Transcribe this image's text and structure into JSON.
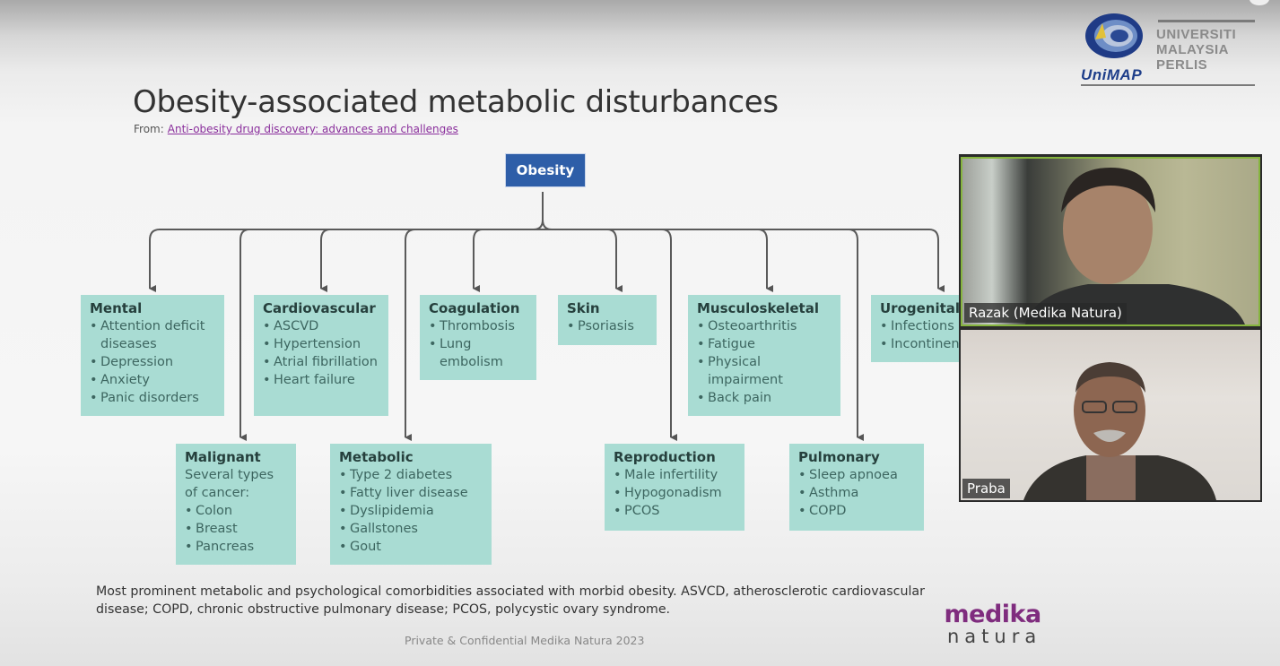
{
  "slide": {
    "title": "Obesity-associated metabolic disturbances",
    "source_prefix": "From:",
    "source_link": "Anti-obesity drug discovery: advances and challenges",
    "caption": "Most prominent metabolic and psychological comorbidities associated with morbid obesity. ASVCD, atherosclerotic cardiovascular disease; COPD, chronic obstructive pulmonary disease; PCOS, polycystic ovary syndrome.",
    "footer": "Private & Confidential Medika Natura 2023",
    "brand_top": "medika",
    "brand_bottom": "natura"
  },
  "logo": {
    "abbr": "UniMAP",
    "lines": [
      "UNIVERSITI",
      "MALAYSIA",
      "PERLIS"
    ]
  },
  "diagram": {
    "root": "Obesity",
    "categories": [
      {
        "title": "Mental",
        "desc": "",
        "items": [
          "Attention deficit diseases",
          "Depression",
          "Anxiety",
          "Panic disorders"
        ]
      },
      {
        "title": "Malignant",
        "desc": "Several types of cancer:",
        "items": [
          "Colon",
          "Breast",
          "Pancreas"
        ]
      },
      {
        "title": "Cardiovascular",
        "desc": "",
        "items": [
          "ASCVD",
          "Hypertension",
          "Atrial fibrillation",
          "Heart failure"
        ]
      },
      {
        "title": "Metabolic",
        "desc": "",
        "items": [
          "Type 2 diabetes",
          "Fatty liver disease",
          "Dyslipidemia",
          "Gallstones",
          "Gout"
        ]
      },
      {
        "title": "Coagulation",
        "desc": "",
        "items": [
          "Thrombosis",
          "Lung embolism"
        ]
      },
      {
        "title": "Skin",
        "desc": "",
        "items": [
          "Psoriasis"
        ]
      },
      {
        "title": "Reproduction",
        "desc": "",
        "items": [
          "Male infertility",
          "Hypogonadism",
          "PCOS"
        ]
      },
      {
        "title": "Musculoskeletal",
        "desc": "",
        "items": [
          "Osteoarthritis",
          "Fatigue",
          "Physical impairment",
          "Back pain"
        ]
      },
      {
        "title": "Pulmonary",
        "desc": "",
        "items": [
          "Sleep apnoea",
          "Asthma",
          "COPD"
        ]
      },
      {
        "title": "Urogenital",
        "desc": "",
        "items": [
          "Infections",
          "Incontinence"
        ]
      }
    ]
  },
  "participants": [
    {
      "name": "Razak (Medika Natura)",
      "active_speaker": true
    },
    {
      "name": "Praba",
      "active_speaker": false
    }
  ],
  "colors": {
    "root_box": "#2e5ea8",
    "category_box": "#a9dcd3",
    "link": "#8a2f9c",
    "brand": "#7f2c7e",
    "active_speaker_border": "#86b53e"
  }
}
